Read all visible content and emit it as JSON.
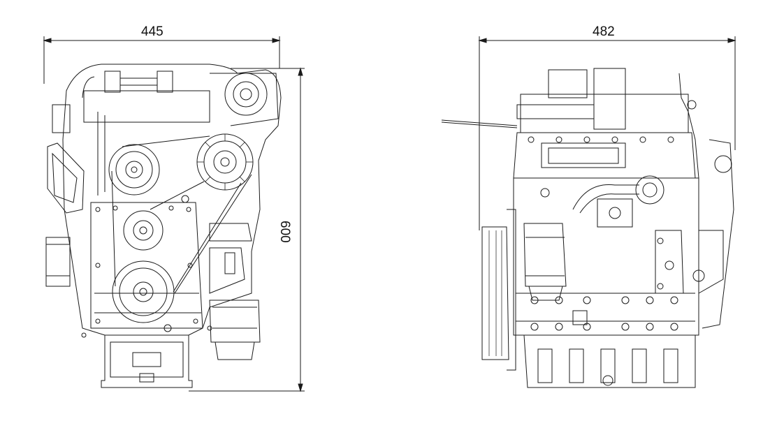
{
  "dimensions": {
    "front_width": "445",
    "side_width": "482",
    "height": "600"
  },
  "views": [
    "front-view",
    "side-view"
  ],
  "colors": {
    "line": "#1a1a1a",
    "background": "#ffffff"
  }
}
